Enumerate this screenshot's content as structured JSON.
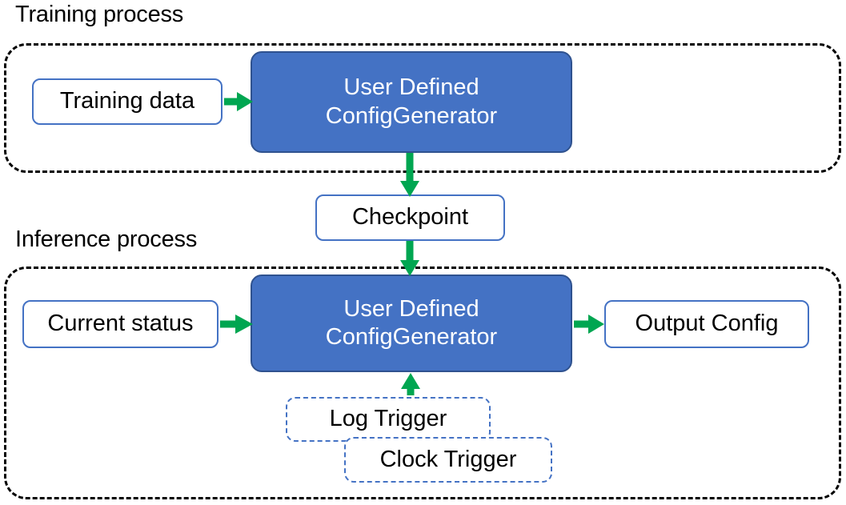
{
  "diagram": {
    "title_visible": false,
    "colors": {
      "accent_green": "#00A651",
      "box_blue_fill": "#4472C4",
      "box_blue_border": "#2F528F",
      "outline_blue": "#4472C4",
      "container_border": "#000000",
      "text_dark": "#000000",
      "text_light": "#FFFFFF",
      "background": "#FFFFFF"
    },
    "sections": [
      {
        "id": "training",
        "title": "Training process",
        "border_style": "dashed"
      },
      {
        "id": "inference",
        "title": "Inference process",
        "border_style": "dashed"
      }
    ],
    "nodes": {
      "training_data": {
        "label": "Training data",
        "style": "outlined",
        "section": "training"
      },
      "train_generator": {
        "label_line1": "User Defined",
        "label_line2": "ConfigGenerator",
        "style": "filled",
        "section": "training"
      },
      "checkpoint": {
        "label": "Checkpoint",
        "style": "outlined",
        "section": "between"
      },
      "current_status": {
        "label": "Current status",
        "style": "outlined",
        "section": "inference"
      },
      "infer_generator": {
        "label_line1": "User Defined",
        "label_line2": "ConfigGenerator",
        "style": "filled",
        "section": "inference"
      },
      "output_config": {
        "label": "Output Config",
        "style": "outlined",
        "section": "inference"
      },
      "log_trigger": {
        "label": "Log Trigger",
        "style": "dashed-outline",
        "section": "inference"
      },
      "clock_trigger": {
        "label": "Clock Trigger",
        "style": "dashed-outline",
        "section": "inference"
      }
    },
    "edges": [
      {
        "id": "training-data-to-generator",
        "from": "training_data",
        "to": "train_generator",
        "direction": "right"
      },
      {
        "id": "generator-to-checkpoint",
        "from": "train_generator",
        "to": "checkpoint",
        "direction": "down"
      },
      {
        "id": "checkpoint-to-infer-generator",
        "from": "checkpoint",
        "to": "infer_generator",
        "direction": "down"
      },
      {
        "id": "current-status-to-infer-generator",
        "from": "current_status",
        "to": "infer_generator",
        "direction": "right"
      },
      {
        "id": "infer-generator-to-output-config",
        "from": "infer_generator",
        "to": "output_config",
        "direction": "right"
      },
      {
        "id": "triggers-to-infer-generator",
        "from": "log_trigger",
        "to": "infer_generator",
        "direction": "up"
      }
    ]
  }
}
